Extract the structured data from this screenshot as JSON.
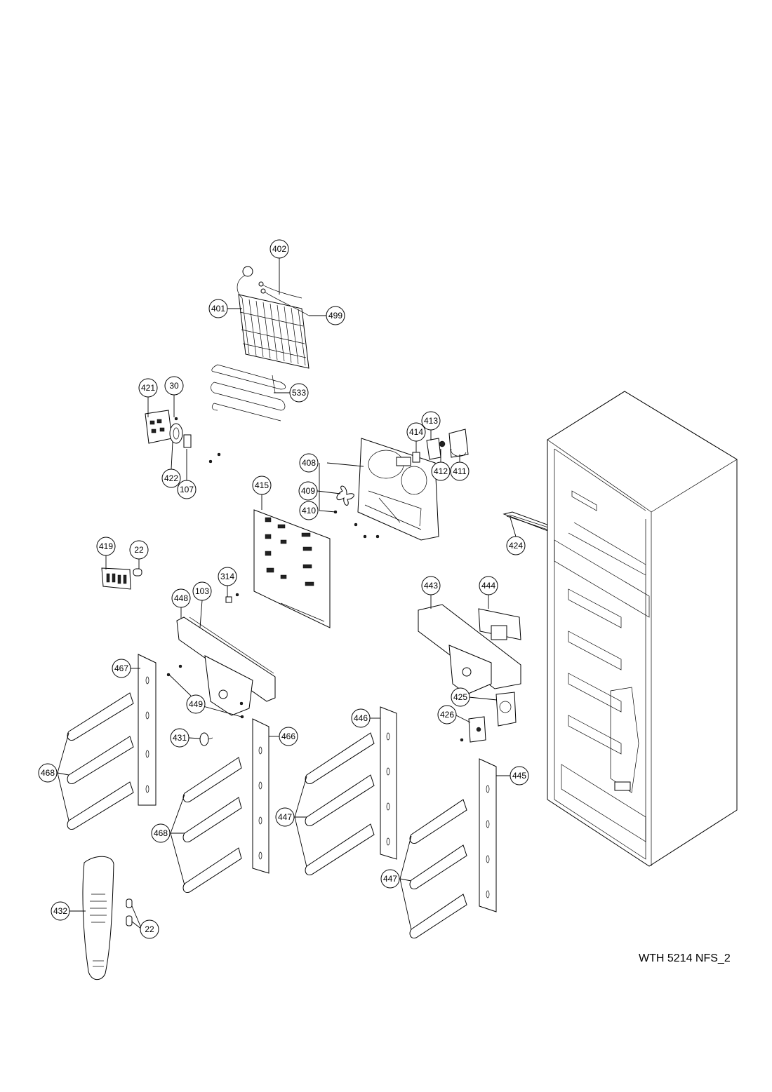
{
  "model_label": "WTH 5214 NFS_2",
  "callouts": [
    {
      "id": "c402",
      "label": "402"
    },
    {
      "id": "c401",
      "label": "401"
    },
    {
      "id": "c499",
      "label": "499"
    },
    {
      "id": "c533",
      "label": "533"
    },
    {
      "id": "c421",
      "label": "421"
    },
    {
      "id": "c30",
      "label": "30"
    },
    {
      "id": "c422",
      "label": "422"
    },
    {
      "id": "c107",
      "label": "107"
    },
    {
      "id": "c414",
      "label": "414"
    },
    {
      "id": "c413",
      "label": "413"
    },
    {
      "id": "c412",
      "label": "412"
    },
    {
      "id": "c411",
      "label": "411"
    },
    {
      "id": "c408",
      "label": "408"
    },
    {
      "id": "c409",
      "label": "409"
    },
    {
      "id": "c410",
      "label": "410"
    },
    {
      "id": "c415",
      "label": "415"
    },
    {
      "id": "c424",
      "label": "424"
    },
    {
      "id": "c419",
      "label": "419"
    },
    {
      "id": "c22a",
      "label": "22"
    },
    {
      "id": "c314",
      "label": "314"
    },
    {
      "id": "c448",
      "label": "448"
    },
    {
      "id": "c103",
      "label": "103"
    },
    {
      "id": "c443",
      "label": "443"
    },
    {
      "id": "c444",
      "label": "444"
    },
    {
      "id": "c467",
      "label": "467"
    },
    {
      "id": "c449",
      "label": "449"
    },
    {
      "id": "c425",
      "label": "425"
    },
    {
      "id": "c426",
      "label": "426"
    },
    {
      "id": "c446",
      "label": "446"
    },
    {
      "id": "c431",
      "label": "431"
    },
    {
      "id": "c466",
      "label": "466"
    },
    {
      "id": "c468a",
      "label": "468"
    },
    {
      "id": "c445",
      "label": "445"
    },
    {
      "id": "c447a",
      "label": "447"
    },
    {
      "id": "c468b",
      "label": "468"
    },
    {
      "id": "c447b",
      "label": "447"
    },
    {
      "id": "c432",
      "label": "432"
    },
    {
      "id": "c22b",
      "label": "22"
    }
  ]
}
